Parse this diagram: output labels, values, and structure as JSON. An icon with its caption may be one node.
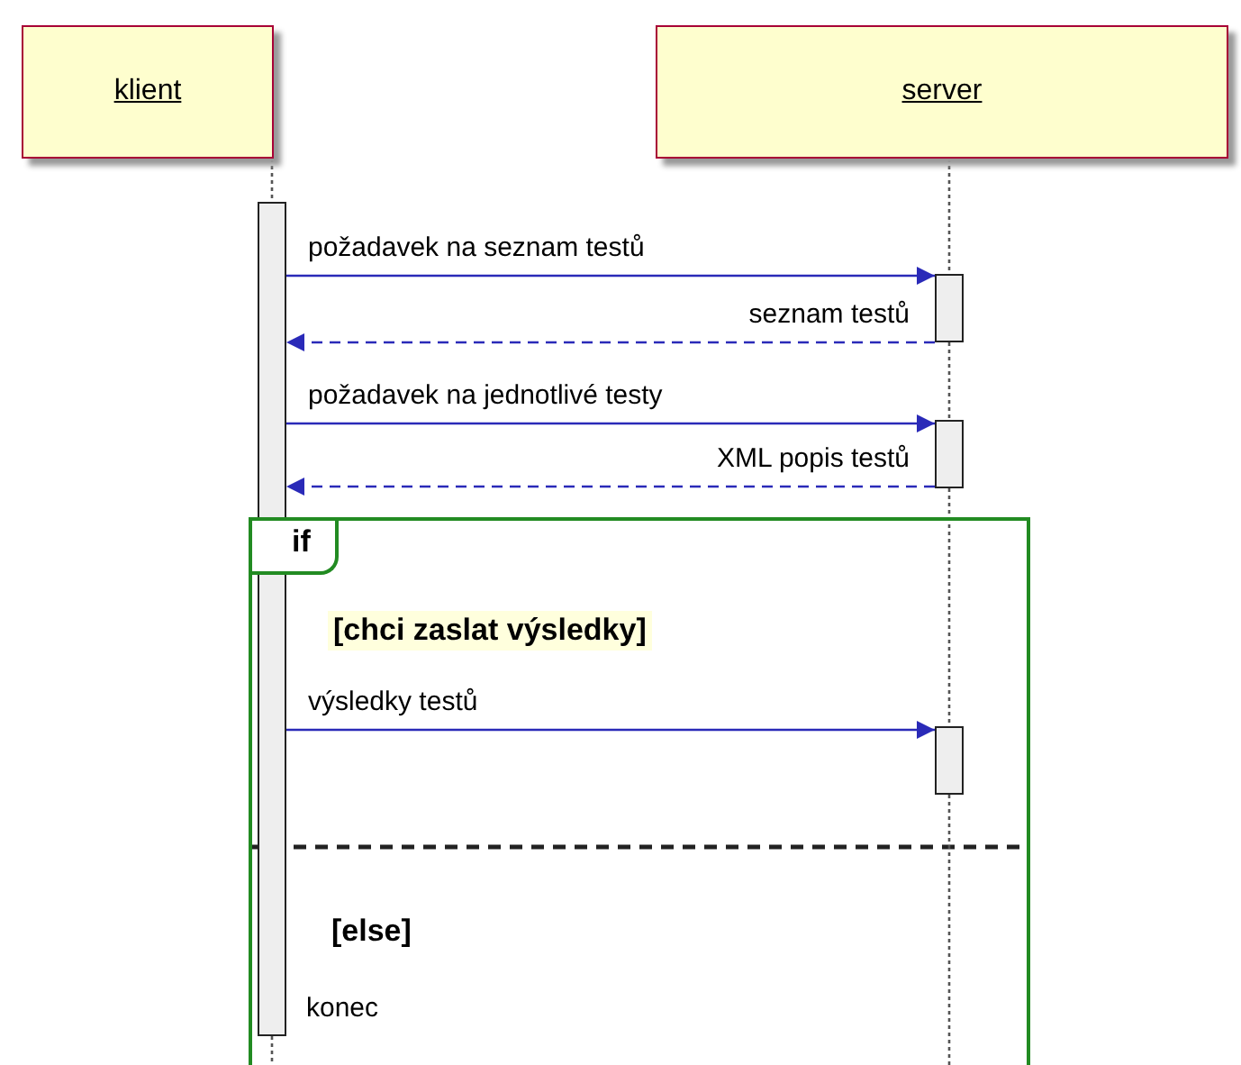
{
  "diagram": {
    "nodes": [
      {
        "text": [
          "klient"
        ]
      },
      {
        "text": [
          "server"
        ]
      },
      {
        "text": [],
        "shape": "bar",
        "beside": [
          "konec"
        ]
      },
      {
        "text": [],
        "shape": "bar"
      },
      {
        "text": [],
        "shape": "bar"
      },
      {
        "text": [
          "if"
        ]
      },
      {
        "text": [],
        "shape": "bar",
        "in": 5
      }
    ],
    "edges": [
      {
        "from": 0,
        "to": 2,
        "arrow": "none",
        "style": "dashed"
      },
      {
        "from": 1,
        "to": 3,
        "arrow": "none",
        "style": "dashed"
      },
      {
        "from": 2,
        "to": 3,
        "arrow": "to",
        "label": "požadavek na seznam testů",
        "color": "#2a2ab8"
      },
      {
        "from": 3,
        "to": 2,
        "arrow": "to",
        "style": "dashed",
        "label": "seznam testů",
        "color": "#2a2ab8"
      },
      {
        "from": 2,
        "to": 4,
        "arrow": "to",
        "label": "požadavek na jednotlivé testy",
        "color": "#2a2ab8"
      },
      {
        "from": 4,
        "to": 2,
        "arrow": "to",
        "style": "dashed",
        "label": "XML popis testů",
        "color": "#2a2ab8"
      },
      {
        "from": 2,
        "to": 6,
        "arrow": "to",
        "label": "výsledky testů",
        "color": "#2a2ab8"
      },
      {
        "from": 3,
        "to": 4,
        "arrow": "none",
        "style": "dashed"
      },
      {
        "from": 4,
        "to": 6,
        "arrow": "none",
        "style": "dashed"
      },
      {
        "from": 6,
        "to": null,
        "arrow": "none",
        "style": "dashed"
      },
      {
        "from": 2,
        "to": 5,
        "arrow": "none",
        "style": "dashed"
      }
    ],
    "labels": [
      "[chci zaslat výsledky]",
      "[else]"
    ]
  }
}
